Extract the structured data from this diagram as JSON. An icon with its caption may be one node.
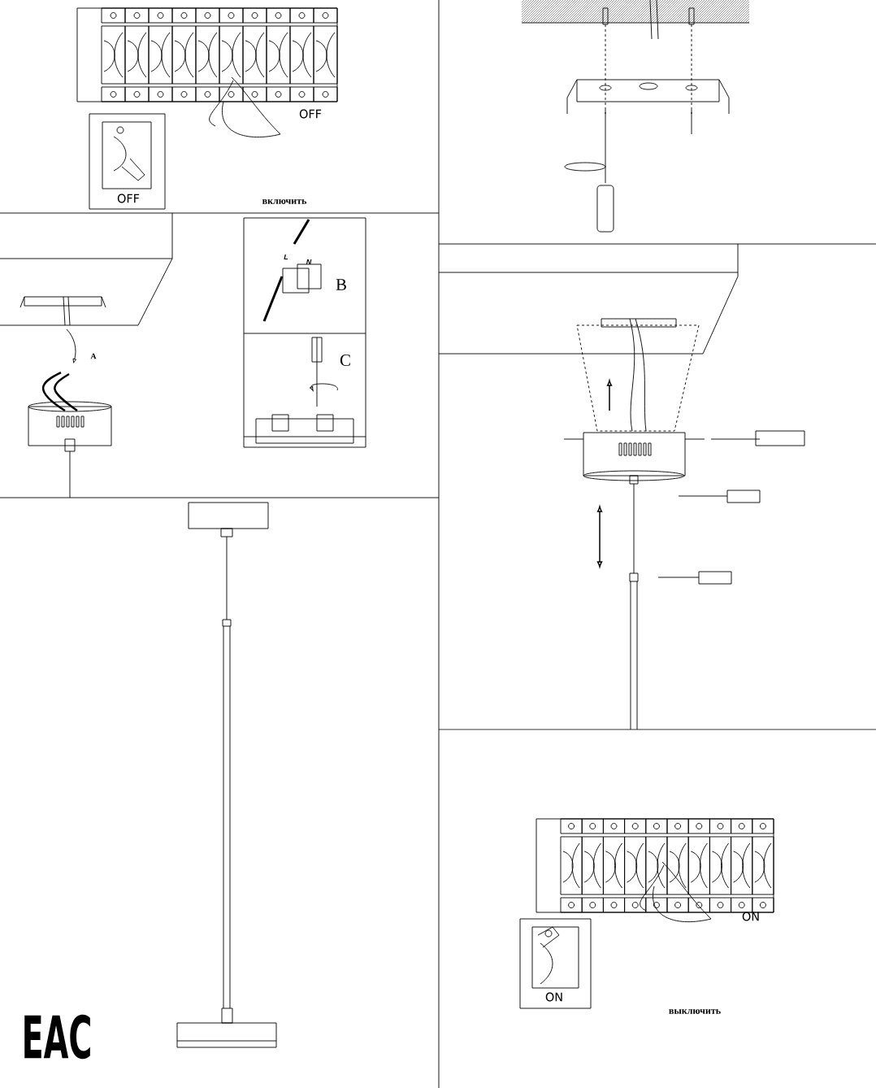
{
  "diagram": {
    "labels": [
      "OFF",
      "OFF",
      "включить",
      "B",
      "L",
      "N",
      "A",
      "C",
      "ON",
      "ON",
      "выключить",
      "EAC"
    ]
  }
}
